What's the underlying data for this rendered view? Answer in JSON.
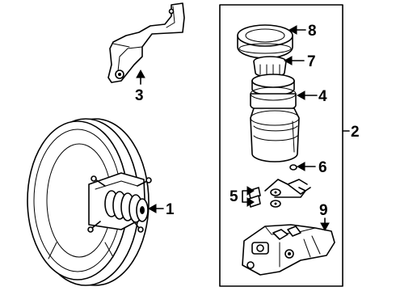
{
  "callouts": {
    "c1": "1",
    "c2": "2",
    "c3": "3",
    "c4": "4",
    "c5": "5",
    "c6": "6",
    "c7": "7",
    "c8": "8",
    "c9": "9"
  },
  "colors": {
    "ink": "#000000",
    "background": "#ffffff"
  }
}
